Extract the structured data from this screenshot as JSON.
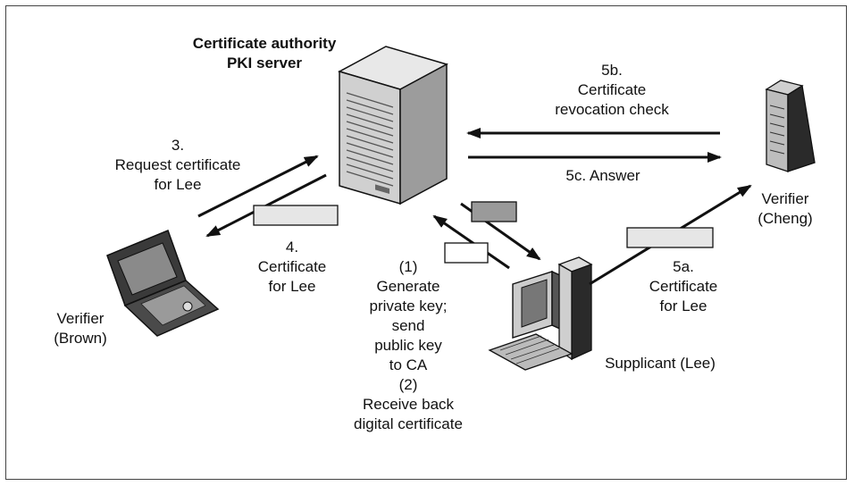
{
  "diagram": {
    "ca_title": "Certificate authority\nPKI server",
    "step3": "3.\nRequest certificate\nfor Lee",
    "step4": "4.\nCertificate\nfor Lee",
    "step1_2": "(1)\nGenerate\nprivate key;\nsend\npublic key\nto CA\n(2)\nReceive back\ndigital certificate",
    "step5a": "5a.\nCertificate\nfor Lee",
    "step5b": "5b.\nCertificate\nrevocation check",
    "step5c": "5c. Answer",
    "verifier_brown": "Verifier\n(Brown)",
    "verifier_cheng": "Verifier\n(Cheng)",
    "supplicant": "Supplicant (Lee)"
  },
  "colors": {
    "line": "#111111",
    "certificate_fill": "#e6e6e6",
    "key_fill": "#9a9a9a",
    "device_dark": "#2a2a2a",
    "device_light": "#d8d8d8"
  },
  "icons": [
    "server-icon",
    "tower-server-icon",
    "laptop-icon",
    "desktop-computer-icon"
  ]
}
